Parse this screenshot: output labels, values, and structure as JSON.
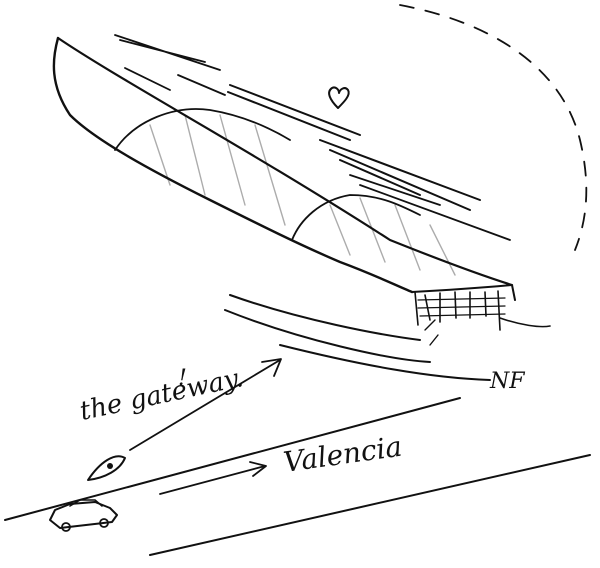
{
  "sketch": {
    "labels": {
      "gateway": "the gateway.",
      "exclamation": "!",
      "destination": "Valencia",
      "signature": "NF"
    },
    "icons": {
      "heart": "heart-icon",
      "eye": "eye-icon",
      "car": "car-icon"
    },
    "colors": {
      "ink": "#111111",
      "paper": "#ffffff"
    }
  }
}
